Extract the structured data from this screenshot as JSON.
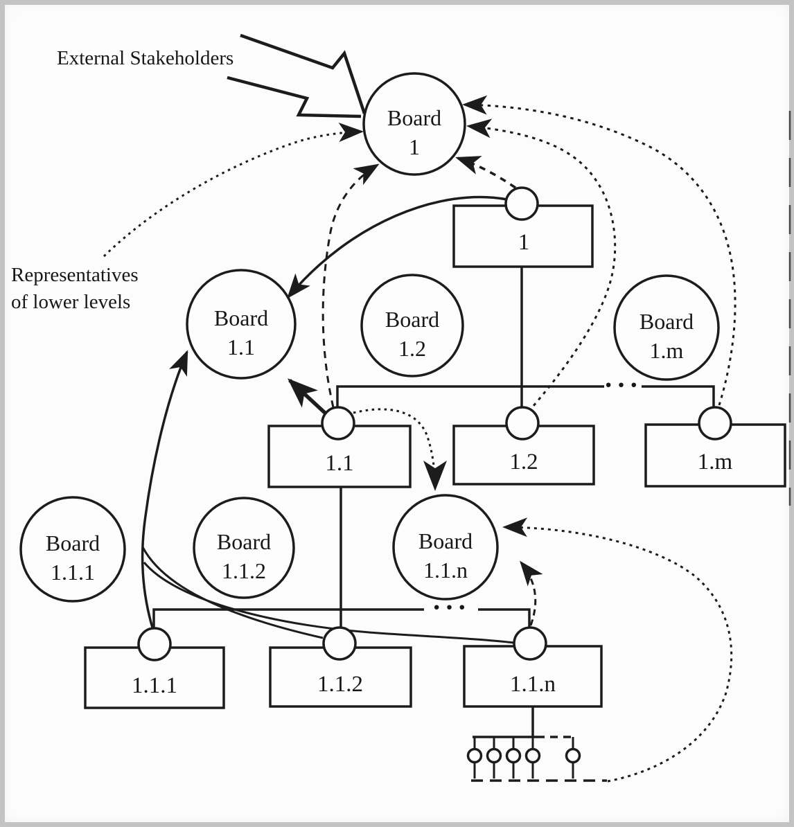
{
  "colors": {
    "ink": "#1c1c1c",
    "paper": "#fcfcfc",
    "scan_frame": "#c3c3c3"
  },
  "annotations": {
    "external_stakeholders": "External Stakeholders",
    "representatives_line1": "Representatives",
    "representatives_line2": "of lower levels"
  },
  "dots": "···",
  "boards": [
    {
      "id": "board-1",
      "title": "Board",
      "number": "1"
    },
    {
      "id": "board-1-1",
      "title": "Board",
      "number": "1.1"
    },
    {
      "id": "board-1-2",
      "title": "Board",
      "number": "1.2"
    },
    {
      "id": "board-1-m",
      "title": "Board",
      "number": "1.m"
    },
    {
      "id": "board-1-1-1",
      "title": "Board",
      "number": "1.1.1"
    },
    {
      "id": "board-1-1-2",
      "title": "Board",
      "number": "1.1.2"
    },
    {
      "id": "board-1-1-n",
      "title": "Board",
      "number": "1.1.n"
    }
  ],
  "units": [
    {
      "id": "unit-1",
      "label": "1"
    },
    {
      "id": "unit-1-1",
      "label": "1.1"
    },
    {
      "id": "unit-1-2",
      "label": "1.2"
    },
    {
      "id": "unit-1-m",
      "label": "1.m"
    },
    {
      "id": "unit-1-1-1",
      "label": "1.1.1"
    },
    {
      "id": "unit-1-1-2",
      "label": "1.1.2"
    },
    {
      "id": "unit-1-1-n",
      "label": "1.1.n"
    }
  ]
}
